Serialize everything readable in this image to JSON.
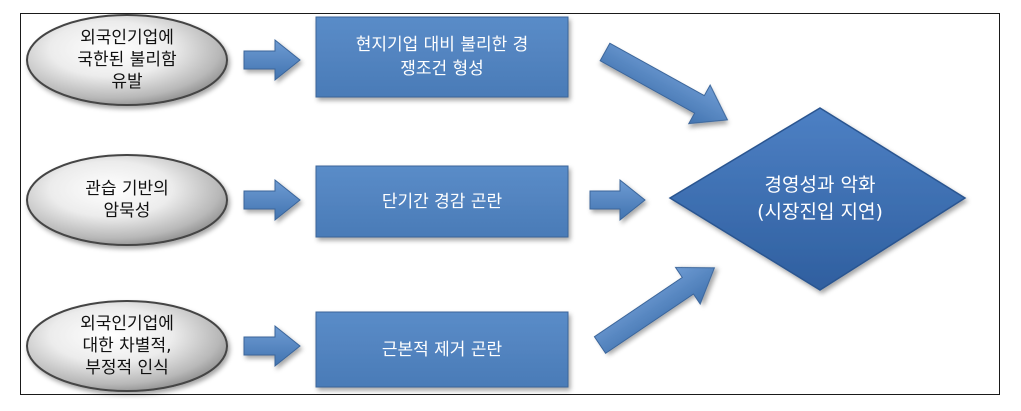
{
  "causes": [
    {
      "label": "외국인기업에\n국한된 불리함\n유발"
    },
    {
      "label": "관습 기반의\n암묵성"
    },
    {
      "label": "외국인기업에\n대한 차별적,\n부정적 인식"
    }
  ],
  "effects": [
    {
      "label": "현지기업 대비 불리한 경\n쟁조건 형성"
    },
    {
      "label": "단기간 경감 곤란"
    },
    {
      "label": "근본적 제거 곤란"
    }
  ],
  "outcome": {
    "label": "경영성과 악화\n(시장진입 지연)"
  },
  "colors": {
    "box_fill": "#4f81bd",
    "box_border": "#3a659a",
    "arrow_fill": "#4f81bd",
    "diamond_fill": "#3f6fb5",
    "oval_light": "#ffffff",
    "oval_dark": "#8a8a8a"
  }
}
